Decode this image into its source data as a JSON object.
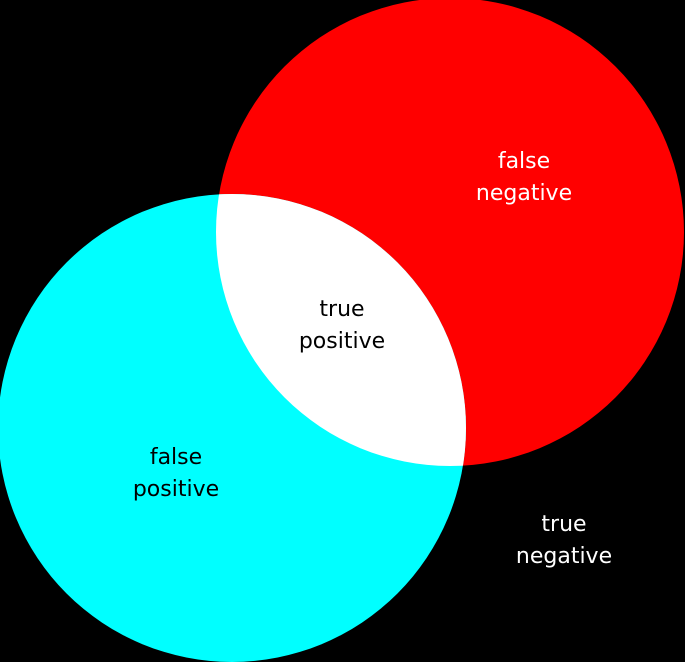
{
  "colors": {
    "background": "#000000",
    "actual_circle": "#ff0000",
    "predicted_circle": "#00ffff",
    "intersection": "#ffffff",
    "label_dark": "#000000",
    "label_light": "#ffffff"
  },
  "regions": {
    "false_negative": {
      "line1": "false",
      "line2": "negative"
    },
    "true_positive": {
      "line1": "true",
      "line2": "positive"
    },
    "false_positive": {
      "line1": "false",
      "line2": "positive"
    },
    "true_negative": {
      "line1": "true",
      "line2": "negative"
    }
  }
}
